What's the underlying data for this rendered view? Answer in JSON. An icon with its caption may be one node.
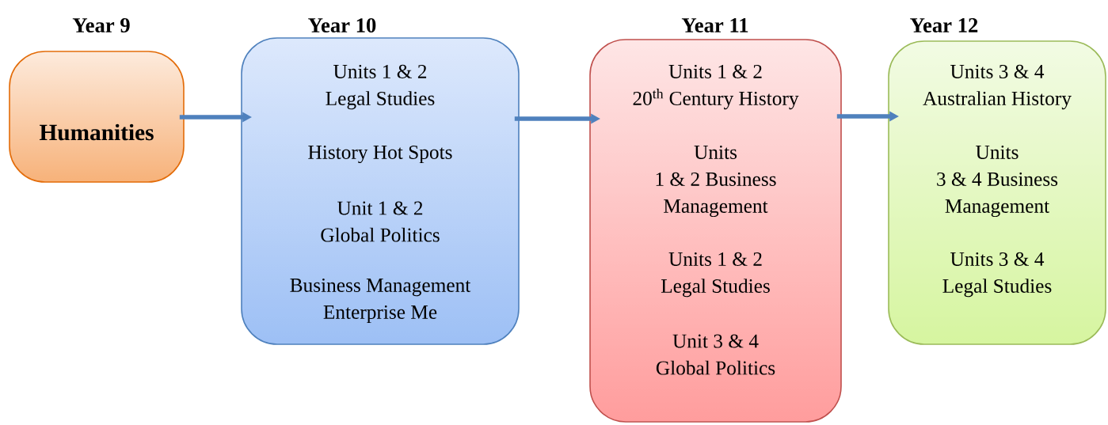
{
  "diagram": {
    "nodes": [
      {
        "text": [
          "Year 9",
          "Humanities"
        ]
      },
      {
        "text": [
          "Year 10",
          "Units 1 & 2 Legal Studies",
          "History Hot Spots",
          "Unit 1 & 2 Global Politics",
          "Business Management Enterprise Me"
        ]
      },
      {
        "text": [
          "Year 11",
          "Units 1 & 2 20$^{th}$ Century History",
          "Units 1 & 2 Business Management",
          "Units 1 & 2 Legal Studies",
          "Unit 3 & 4 Global Politics"
        ]
      },
      {
        "text": [
          "Year 12",
          "Units 3 & 4 Australian History",
          "Units 3 & 4 Business Management",
          "Units 3 & 4 Legal Studies"
        ]
      }
    ],
    "edges": [
      {
        "from": 0,
        "to": 1,
        "arrow": "to"
      },
      {
        "from": 1,
        "to": 2,
        "arrow": "to"
      },
      {
        "from": 2,
        "to": 3,
        "arrow": "to"
      }
    ]
  }
}
